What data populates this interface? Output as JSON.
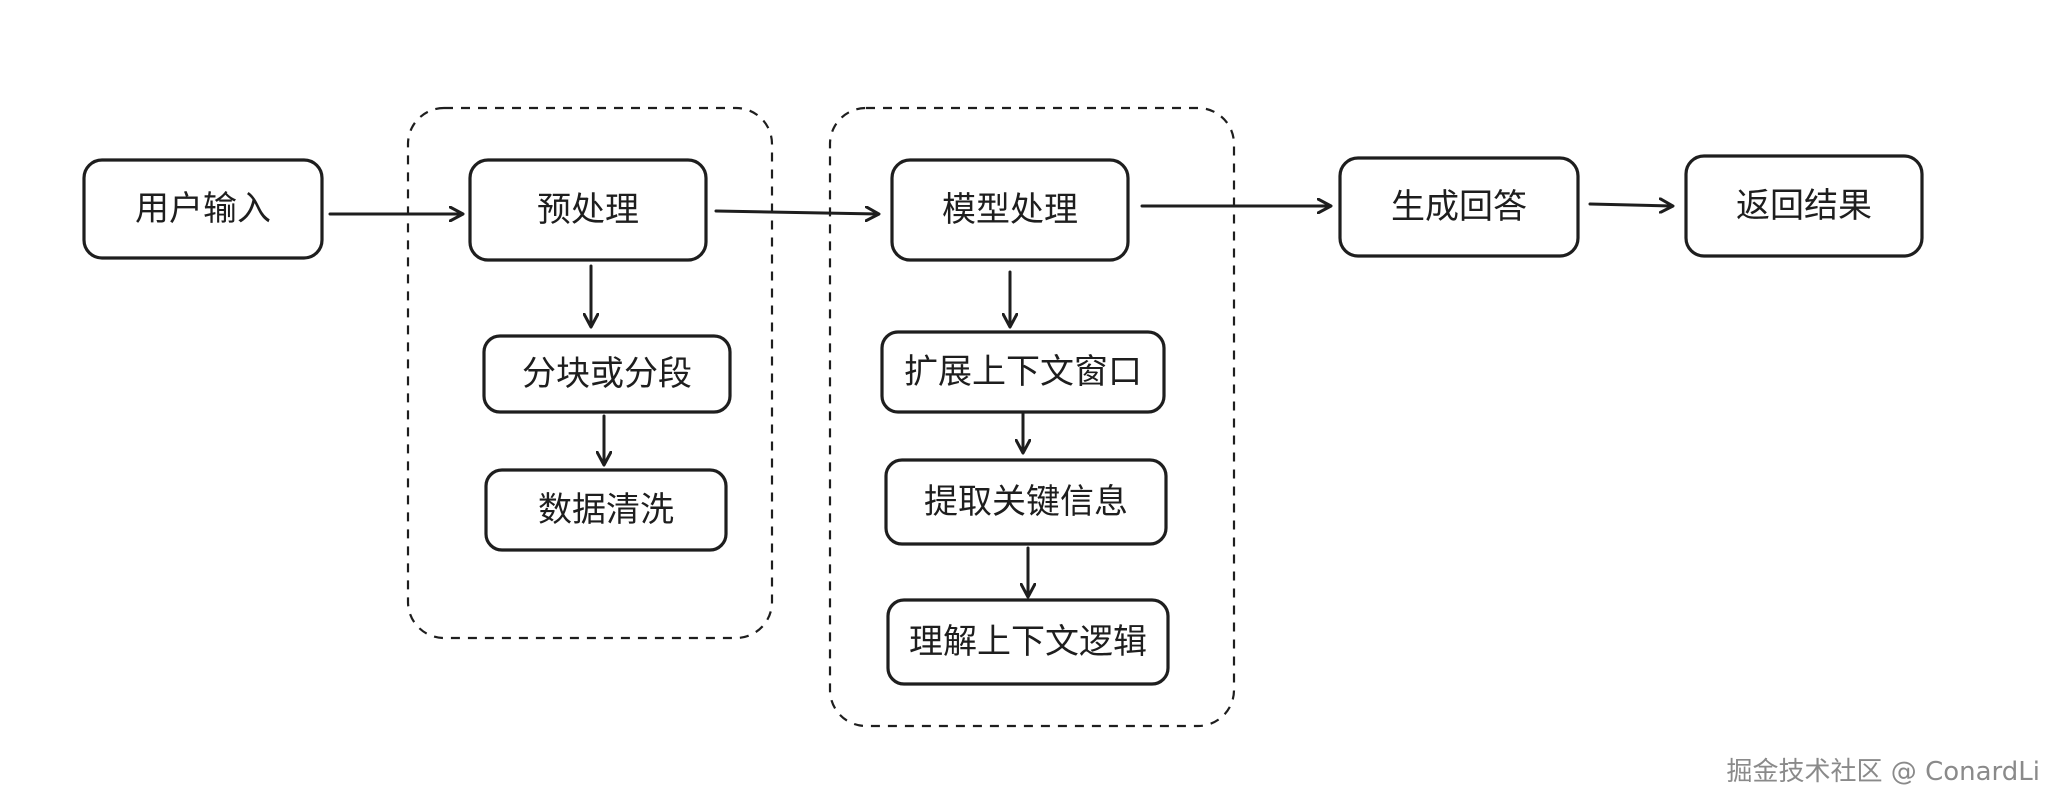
{
  "diagram": {
    "nodes": {
      "user_input": "用户输入",
      "preprocess": "预处理",
      "chunking": "分块或分段",
      "data_cleaning": "数据清洗",
      "model_processing": "模型处理",
      "expand_context": "扩展上下文窗口",
      "extract_key_info": "提取关键信息",
      "understand_logic": "理解上下文逻辑",
      "generate_answer": "生成回答",
      "return_result": "返回结果"
    },
    "edges": [
      [
        "用户输入",
        "预处理"
      ],
      [
        "预处理",
        "分块或分段"
      ],
      [
        "分块或分段",
        "数据清洗"
      ],
      [
        "预处理",
        "模型处理"
      ],
      [
        "模型处理",
        "扩展上下文窗口"
      ],
      [
        "扩展上下文窗口",
        "提取关键信息"
      ],
      [
        "提取关键信息",
        "理解上下文逻辑"
      ],
      [
        "模型处理",
        "生成回答"
      ],
      [
        "生成回答",
        "返回结果"
      ]
    ],
    "groups": [
      [
        "预处理",
        "分块或分段",
        "数据清洗"
      ],
      [
        "模型处理",
        "扩展上下文窗口",
        "提取关键信息",
        "理解上下文逻辑"
      ]
    ],
    "stroke_color": "#1e1e1e",
    "background_color": "#ffffff"
  },
  "watermark": "掘金技术社区 @ ConardLi"
}
